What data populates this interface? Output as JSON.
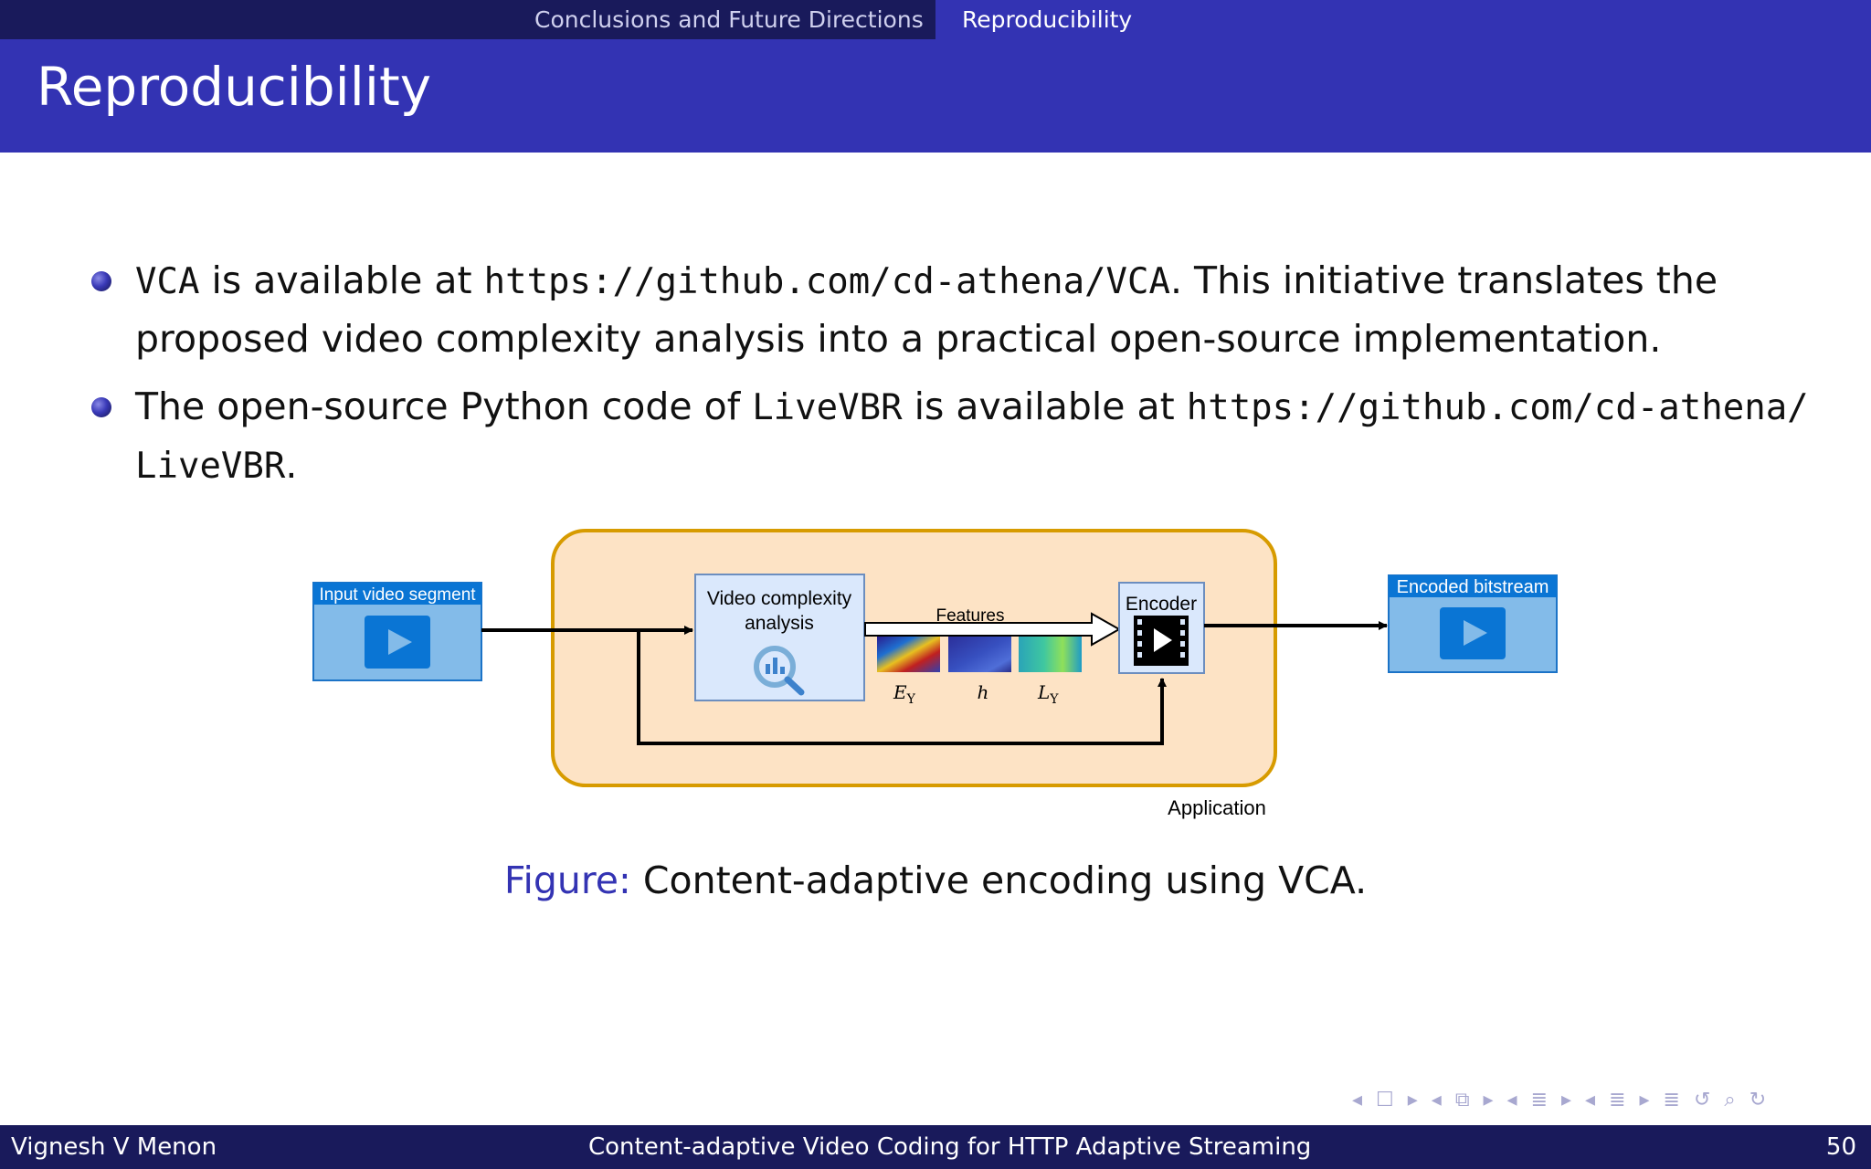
{
  "header": {
    "sections": [
      "Conclusions and Future Directions",
      "Reproducibility"
    ],
    "frame_title": "Reproducibility"
  },
  "bullets": {
    "b1": {
      "t1": "VCA",
      "t2": " is available at ",
      "t3": "https://github.com/cd-athena/VCA",
      "t4": ".  This initiative translates the proposed video complexity analysis into a practical open-source implementation."
    },
    "b2": {
      "t1": "The open-source Python code of ",
      "t2": "LiveVBR",
      "t3": " is available at ",
      "t4": "https://github.com/cd-athena/ LiveVBR",
      "t5": "."
    }
  },
  "figure": {
    "input_label": "Input video segment",
    "vca_label_line1": "Video complexity",
    "vca_label_line2": "analysis",
    "features_label": "Features",
    "feature_1": "E",
    "feature_1_sub": "Y",
    "feature_2": "h",
    "feature_3": "L",
    "feature_3_sub": "Y",
    "encoder_label": "Encoder",
    "output_label": "Encoded bitstream",
    "application_label": "Application"
  },
  "caption": {
    "label": "Figure:",
    "text": " Content-adaptive encoding using VCA."
  },
  "footer": {
    "author": "Vignesh V Menon",
    "title": "Content-adaptive Video Coding for HTTP Adaptive Streaming",
    "page": "50"
  },
  "nav_symbols": "◂ ☐ ▸ ◂ ⧉ ▸ ◂ ≣ ▸ ◂ ≣ ▸  ≣  ↺ ⌕ ↻",
  "colors": {
    "theme_blue": "#3333b3",
    "theme_dark": "#191a5b",
    "app_fill": "#fde3c5",
    "app_border": "#d79b00",
    "video_box": "#83bbe9",
    "play_button": "#0a75d4"
  }
}
